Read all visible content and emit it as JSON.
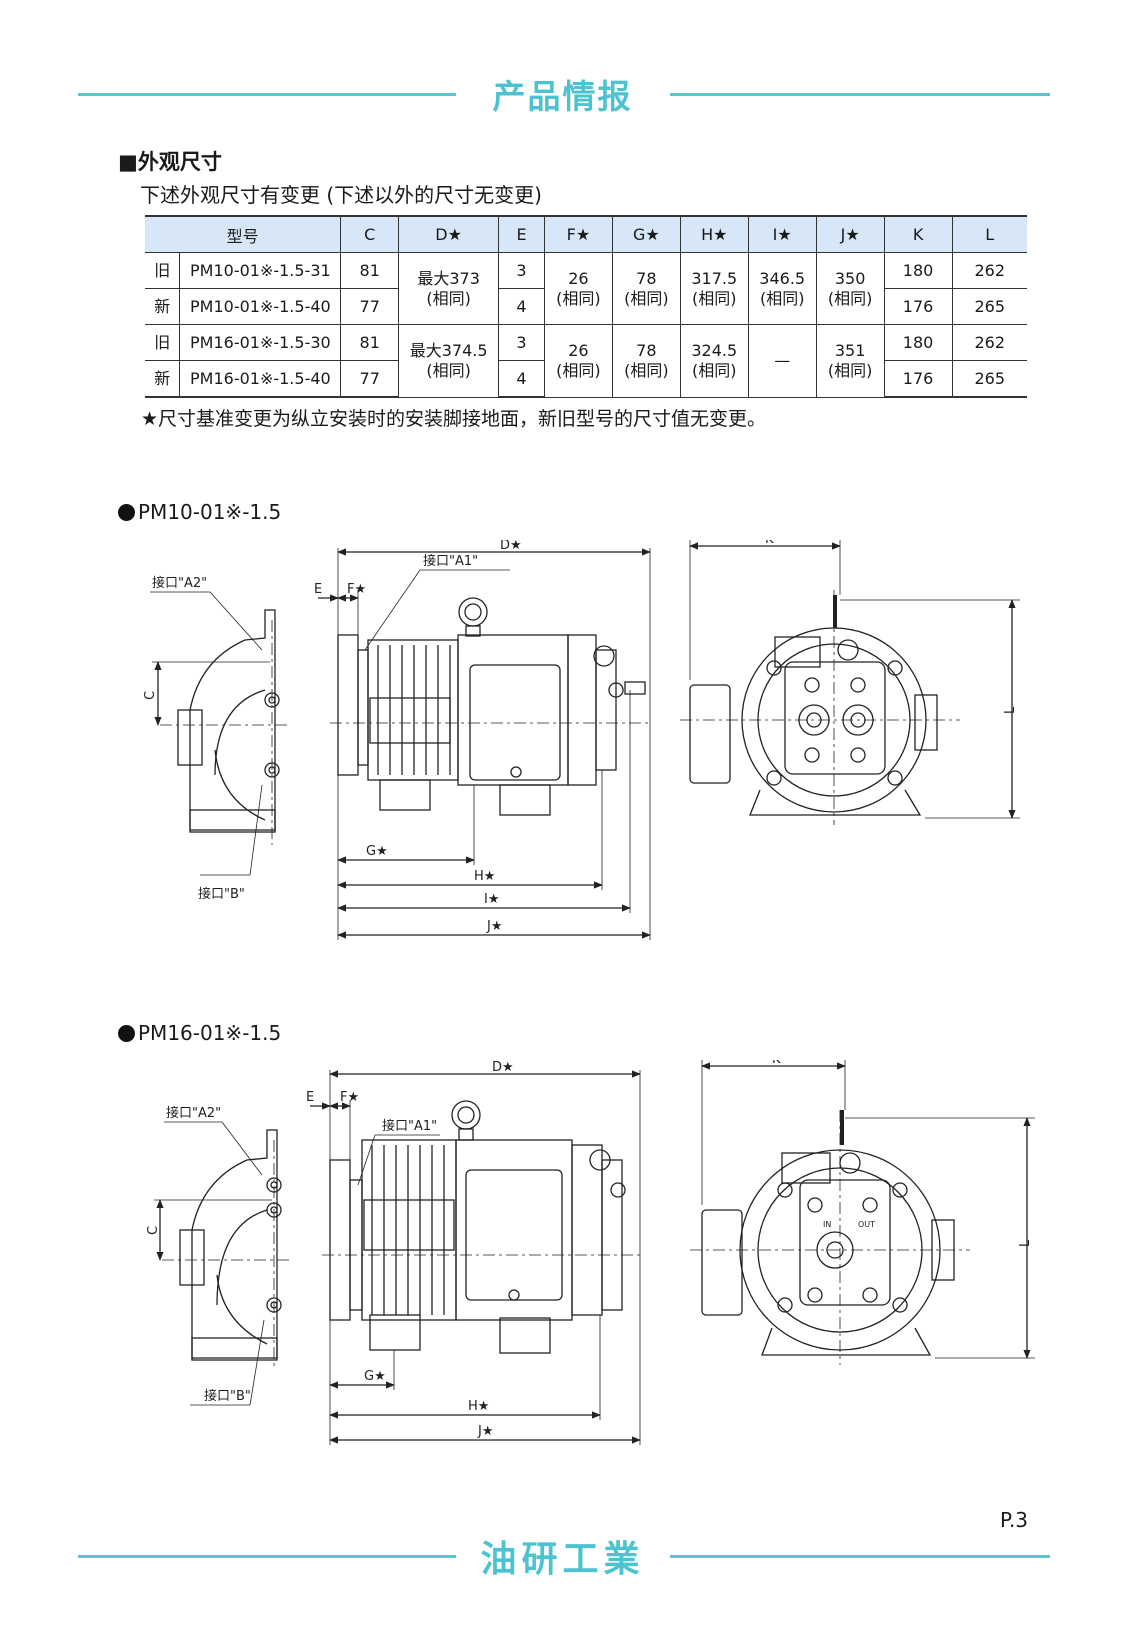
{
  "header": {
    "title": "产品情报"
  },
  "section": {
    "title": "■外观尺寸",
    "subtitle": "下述外观尺寸有变更 (下述以外的尺寸无变更)"
  },
  "table": {
    "headers": [
      "型号",
      "C",
      "D★",
      "E",
      "F★",
      "G★",
      "H★",
      "I★",
      "J★",
      "K",
      "L"
    ],
    "rows": [
      {
        "flag": "旧",
        "model": "PM10-01※-1.5-31",
        "c": "81",
        "e": "3",
        "k": "180",
        "l": "262"
      },
      {
        "flag": "新",
        "model": "PM10-01※-1.5-40",
        "c": "77",
        "e": "4",
        "k": "176",
        "l": "265"
      },
      {
        "flag": "旧",
        "model": "PM16-01※-1.5-30",
        "c": "81",
        "e": "3",
        "k": "180",
        "l": "262"
      },
      {
        "flag": "新",
        "model": "PM16-01※-1.5-40",
        "c": "77",
        "e": "4",
        "k": "176",
        "l": "265"
      }
    ],
    "groups": [
      {
        "d": "最大373",
        "d2": "(相同)",
        "f": "26",
        "g": "78",
        "h": "317.5",
        "i": "346.5",
        "j": "350",
        "same": "(相同)"
      },
      {
        "d": "最大374.5",
        "d2": "(相同)",
        "f": "26",
        "g": "78",
        "h": "324.5",
        "i": "—",
        "j": "351",
        "same": "(相同)"
      }
    ]
  },
  "note": "★尺寸基准变更为纵立安装时的安装脚接地面，新旧型号的尺寸值无变更。",
  "drawing1": {
    "model": "PM10-01※-1.5",
    "labels": {
      "a2": "接口\"A2\"",
      "a1": "接口\"A1\"",
      "b": "接口\"B\"",
      "c": "C",
      "d": "D★",
      "e": "E",
      "f": "F★",
      "g": "G★",
      "h": "H★",
      "i": "I★",
      "j": "J★",
      "k": "K",
      "l": "L"
    }
  },
  "drawing2": {
    "model": "PM16-01※-1.5",
    "labels": {
      "a2": "接口\"A2\"",
      "a1": "接口\"A1\"",
      "b": "接口\"B\"",
      "c": "C",
      "d": "D★",
      "e": "E",
      "f": "F★",
      "g": "G★",
      "h": "H★",
      "j": "J★",
      "k": "K",
      "l": "L",
      "in": "IN",
      "out": "OUT"
    }
  },
  "footer": {
    "brand": "油研工業",
    "page": "P.3"
  }
}
